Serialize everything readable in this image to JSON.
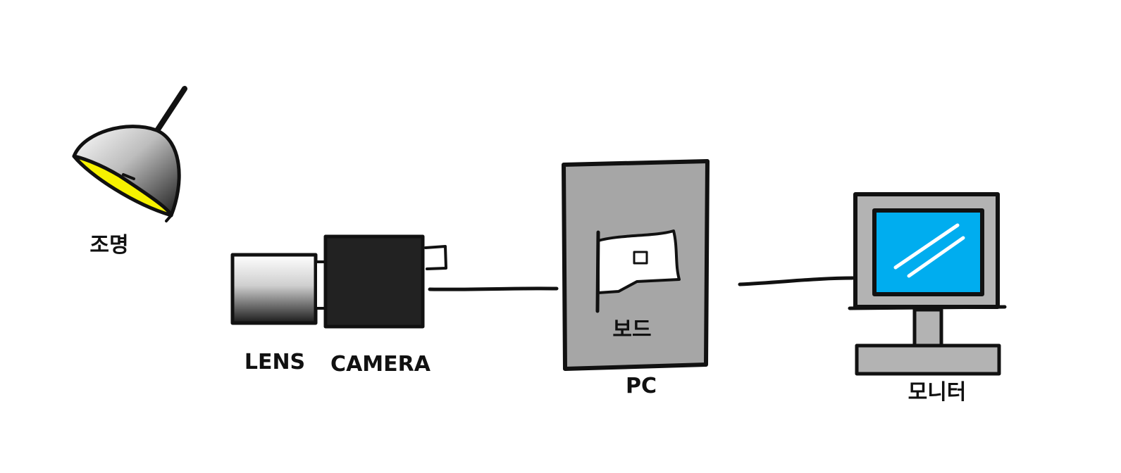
{
  "labels": {
    "lighting": "조명",
    "lens": "LENS",
    "camera": "CAMERA",
    "board": "보드",
    "pc": "PC",
    "monitor": "모니터"
  },
  "colors": {
    "lamp_light": "#f7f200",
    "camera_body": "#222222",
    "pc_case": "#a6a6a6",
    "monitor_frame": "#b3b3b3",
    "monitor_screen": "#00adef",
    "ink": "#111111"
  },
  "icons": {
    "lighting": "lamp-icon",
    "lens": "lens-icon",
    "camera": "camera-icon",
    "pc": "pc-case-icon",
    "board": "board-card-icon",
    "monitor": "monitor-icon"
  }
}
